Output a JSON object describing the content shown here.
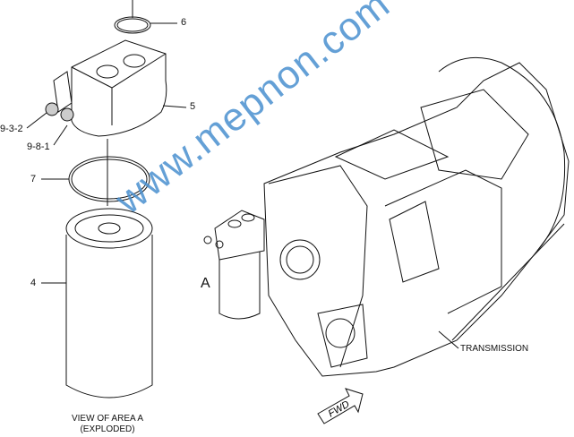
{
  "callouts": {
    "oring_top": "6",
    "filter_base": "5",
    "plug_a": "9-3-2",
    "plug_b": "9-8-1",
    "oring_mid": "7",
    "filter": "4",
    "area": "A",
    "transmission": "TRANSMISSION"
  },
  "caption": {
    "line1": "VIEW OF AREA A",
    "line2": "(EXPLODED)"
  },
  "fwd_label": "FWD",
  "watermark": "www.mepnon.com",
  "colors": {
    "watermark": "#4a90d0"
  }
}
